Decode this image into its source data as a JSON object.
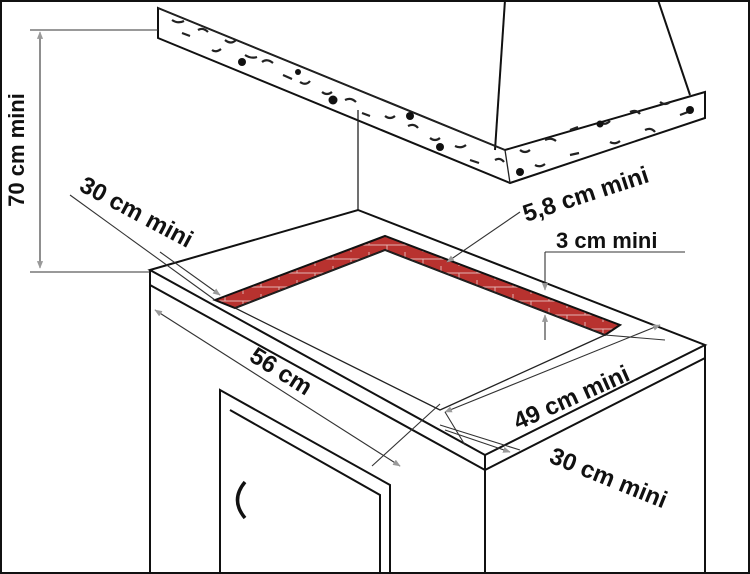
{
  "diagram": {
    "labels": {
      "height_70": "70 cm mini",
      "side_30_top": "30 cm mini",
      "hood_5_8": "5,8 cm mini",
      "gap_3": "3 cm mini",
      "depth_56": "56 cm",
      "width_49": "49 cm mini",
      "side_30_bottom": "30 cm mini"
    },
    "colors": {
      "line": "#111111",
      "insert_red": "#b8322f",
      "arrow_grey": "#999999",
      "background": "#ffffff"
    }
  }
}
